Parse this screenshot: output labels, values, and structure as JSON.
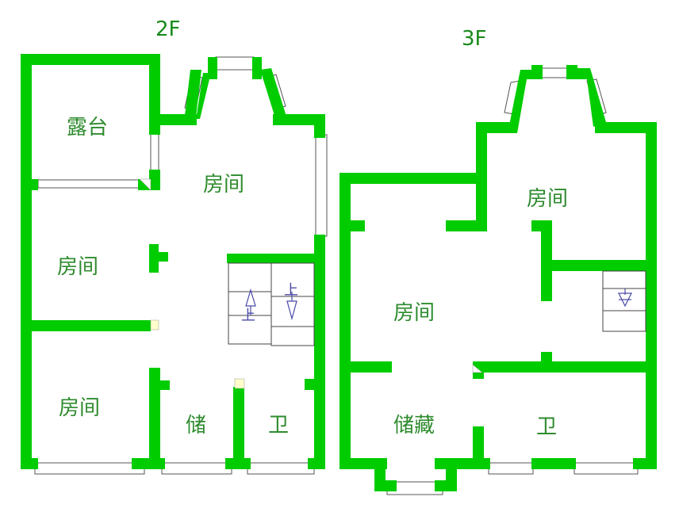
{
  "floors": {
    "second": {
      "title": "2F",
      "rooms": {
        "terrace": "露台",
        "room_top": "房间",
        "room_left": "房间",
        "room_bottom_left": "房间",
        "storage": "储",
        "bath": "卫"
      },
      "stair_up_a": "上",
      "stair_up_b": "上"
    },
    "third": {
      "title": "3F",
      "rooms": {
        "room_top_right": "房间",
        "room_main": "房间",
        "storage": "储藏",
        "bath": "卫"
      }
    }
  },
  "colors": {
    "wall": "#00cc00",
    "label": "#2e8b2e",
    "title": "#1a8a1a",
    "stair": "#4a4aa8"
  }
}
